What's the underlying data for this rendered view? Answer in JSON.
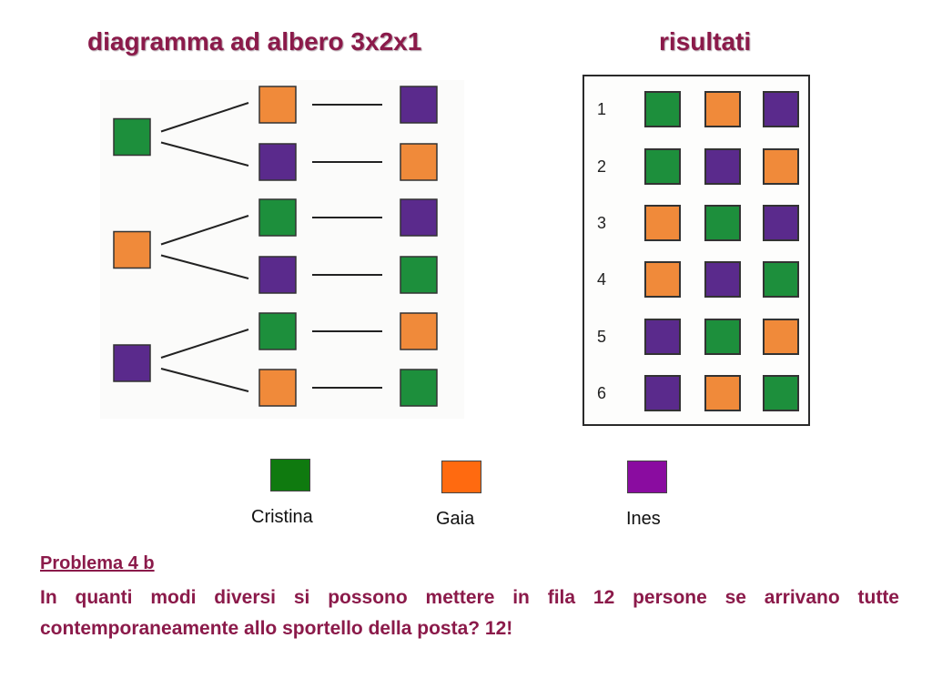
{
  "colors": {
    "green": "#1d8f3c",
    "orange": "#f08a3a",
    "purple": "#5a2a8c",
    "legend_green": "#0f7a0f",
    "legend_orange": "#ff6a10",
    "legend_purple": "#8a0ca0",
    "title": "#8b1a4a"
  },
  "tree": {
    "title": "diagramma ad albero 3x2x1",
    "branches": [
      {
        "root": "green",
        "children": [
          [
            "orange",
            "purple"
          ],
          [
            "purple",
            "orange"
          ]
        ]
      },
      {
        "root": "orange",
        "children": [
          [
            "green",
            "purple"
          ],
          [
            "purple",
            "green"
          ]
        ]
      },
      {
        "root": "purple",
        "children": [
          [
            "green",
            "orange"
          ],
          [
            "orange",
            "green"
          ]
        ]
      }
    ]
  },
  "results": {
    "title": "risultati",
    "rows": [
      {
        "n": "1",
        "seq": [
          "green",
          "orange",
          "purple"
        ]
      },
      {
        "n": "2",
        "seq": [
          "green",
          "purple",
          "orange"
        ]
      },
      {
        "n": "3",
        "seq": [
          "orange",
          "green",
          "purple"
        ]
      },
      {
        "n": "4",
        "seq": [
          "orange",
          "purple",
          "green"
        ]
      },
      {
        "n": "5",
        "seq": [
          "purple",
          "green",
          "orange"
        ]
      },
      {
        "n": "6",
        "seq": [
          "purple",
          "orange",
          "green"
        ]
      }
    ]
  },
  "legend": [
    {
      "label": "Cristina",
      "color": "legend_green"
    },
    {
      "label": "Gaia",
      "color": "legend_orange"
    },
    {
      "label": "Ines",
      "color": "legend_purple"
    }
  ],
  "problem": {
    "title": "Problema 4 b",
    "text": "In quanti modi diversi si possono mettere in fila 12 persone se arrivano tutte contemporaneamente allo sportello della posta? 12!"
  }
}
